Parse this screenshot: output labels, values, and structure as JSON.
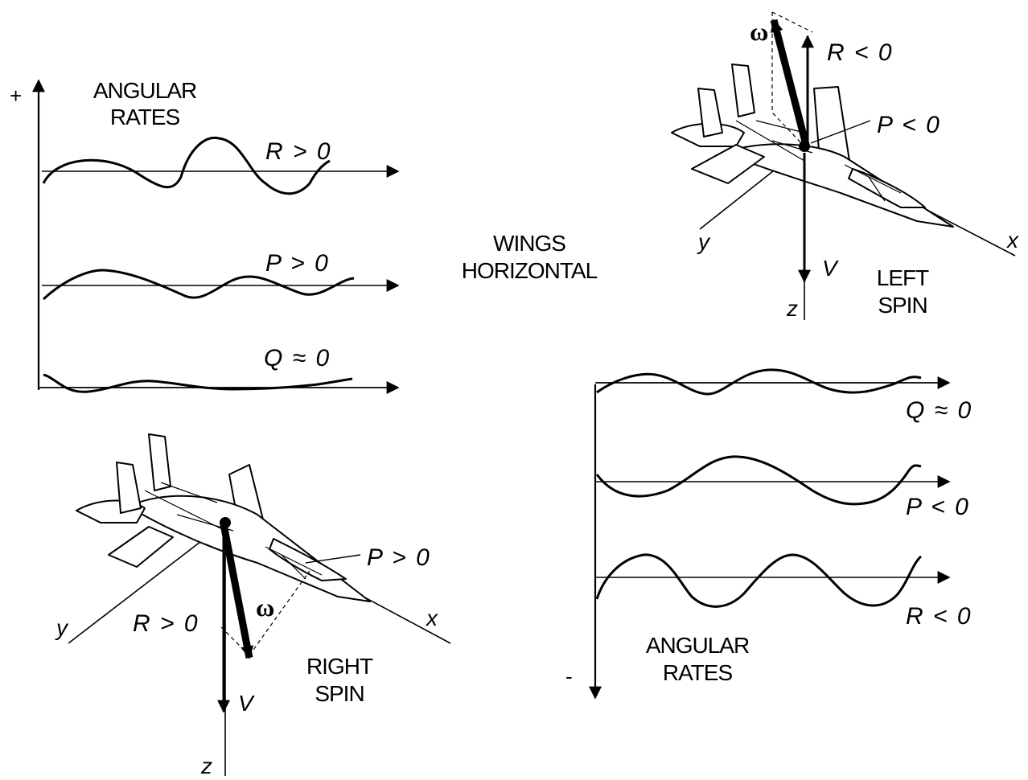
{
  "colors": {
    "ink": "#000000",
    "paper": "#ffffff"
  },
  "top_left_plot": {
    "sign": "+",
    "title_line1": "ANGULAR",
    "title_line2": "RATES",
    "traces": [
      {
        "label": "R > 0"
      },
      {
        "label": "P > 0"
      },
      {
        "label": "Q ≈ 0"
      }
    ]
  },
  "center_label": {
    "line1": "WINGS",
    "line2": "HORIZONTAL"
  },
  "left_spin": {
    "omega": "ω",
    "r_label": "R < 0",
    "p_label": "P < 0",
    "y_axis": "y",
    "x_axis": "x",
    "z_axis": "z",
    "v_label": "V",
    "title_line1": "LEFT",
    "title_line2": "SPIN"
  },
  "right_spin": {
    "omega": "ω",
    "r_label": "R > 0",
    "p_label": "P > 0",
    "y_axis": "y",
    "x_axis": "x",
    "z_axis": "z",
    "v_label": "V",
    "title_line1": "RIGHT",
    "title_line2": "SPIN"
  },
  "bottom_right_plot": {
    "sign": "-",
    "title_line1": "ANGULAR",
    "title_line2": "RATES",
    "traces": [
      {
        "label": "Q ≈ 0"
      },
      {
        "label": "P < 0"
      },
      {
        "label": "R < 0"
      }
    ]
  }
}
